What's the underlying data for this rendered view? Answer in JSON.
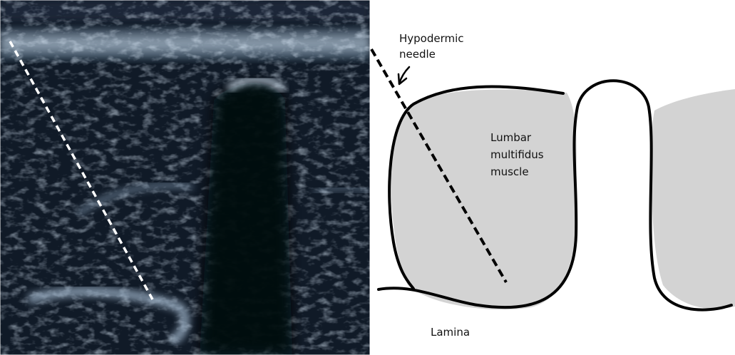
{
  "labels": {
    "needle_line1": "Hypodermic",
    "needle_line2": "needle",
    "muscle_line1": "Lumbar",
    "muscle_line2": "multifidus",
    "muscle_line3": "muscle",
    "lamina": "Lamina"
  },
  "colors": {
    "muscle_fill": "#d3d3d3",
    "outline": "#000000",
    "ultrasound_bg": "#0e1622",
    "needle_overlay": "#ffffff"
  }
}
